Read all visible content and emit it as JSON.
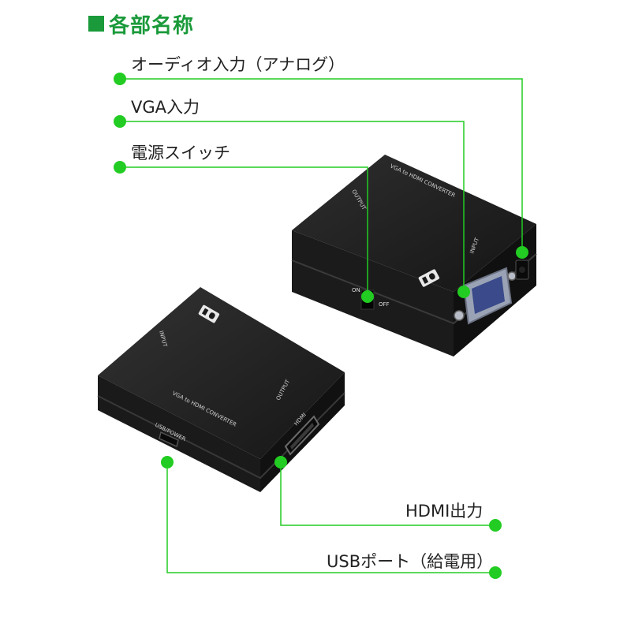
{
  "header": {
    "title": "各部名称",
    "accent_color": "#1a9a3a"
  },
  "callout_line_color": "#22cc22",
  "labels": {
    "audio_in": "オーディオ入力（アナログ）",
    "vga_in": "VGA入力",
    "power_switch": "電源スイッチ",
    "hdmi_out": "HDMI出力",
    "usb_port": "USBポート（給電用）"
  },
  "device_back": {
    "top_text": "VGA to HDMI CONVERTER",
    "output_text": "OUTPUT",
    "input_text": "INPUT",
    "switch_on": "ON",
    "switch_off": "OFF"
  },
  "device_front": {
    "top_text": "VGA to HDMI CONVERTER",
    "input_text": "INPUT",
    "output_text": "OUTPUT",
    "usb_text": "USB/POWER",
    "hdmi_text": "HDMI"
  }
}
